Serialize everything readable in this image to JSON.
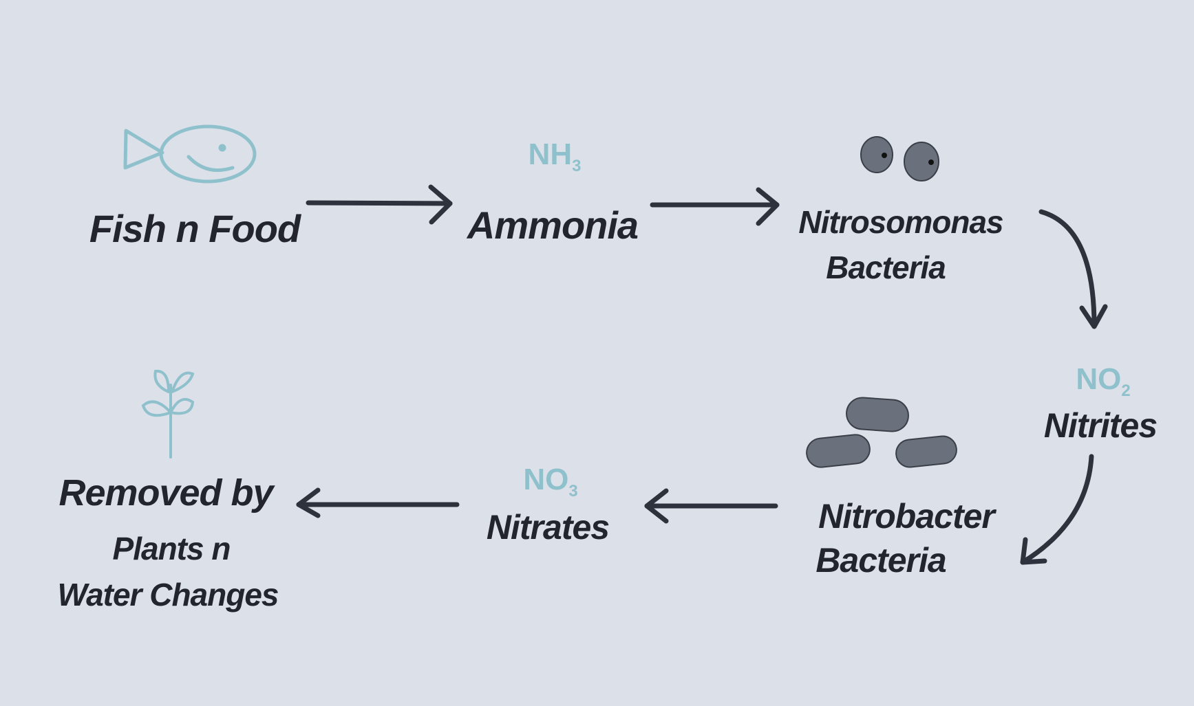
{
  "nodes": {
    "fish_food": {
      "label": "Fish n Food",
      "icon": "fish-icon"
    },
    "ammonia": {
      "formula": "NH",
      "subscript": "3",
      "label": "Ammonia"
    },
    "nitrosomonas": {
      "line1": "Nitrosomonas",
      "line2": "Bacteria",
      "icon": "round-bacteria-icon"
    },
    "nitrites": {
      "formula": "NO",
      "subscript": "2",
      "label": "Nitrites"
    },
    "nitrobacter": {
      "line1": "Nitrobacter",
      "line2": "Bacteria",
      "icon": "rod-bacteria-icon"
    },
    "nitrates": {
      "formula": "NO",
      "subscript": "3",
      "label": "Nitrates"
    },
    "removed": {
      "line1": "Removed by",
      "line2": "Plants n",
      "line3": "Water Changes",
      "icon": "plant-icon"
    }
  },
  "colors": {
    "ink": "#22252e",
    "accent": "#8fc1cd",
    "background": "#dce0e9",
    "bacteria": "#6b717c"
  }
}
